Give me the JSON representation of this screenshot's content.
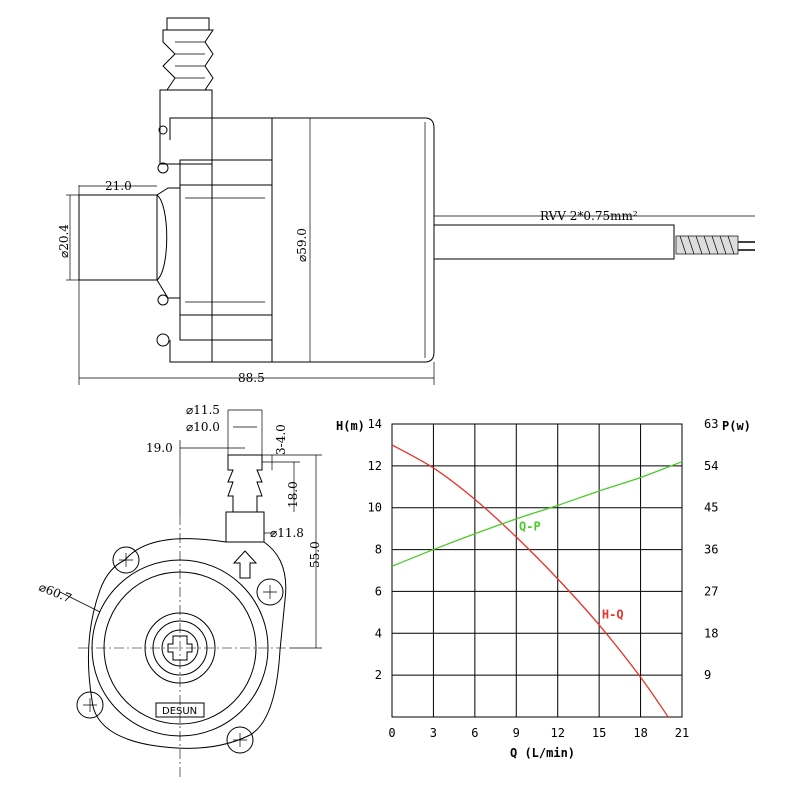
{
  "side_view": {
    "dim_inlet_length": "21.0",
    "dim_inlet_dia": "⌀20.4",
    "dim_body_dia": "⌀59.0",
    "dim_total_length": "88.5",
    "cable_label": "RVV 2*0.75mm²"
  },
  "front_view": {
    "dim_outlet_outer": "⌀11.5",
    "dim_outlet_inner": "⌀10.0",
    "dim_outlet_offset": "19.0",
    "dim_ridge": "3-4.0",
    "dim_outlet_len": "18.0",
    "dim_outlet_base": "⌀11.8",
    "dim_height": "55.0",
    "dim_body_dia": "⌀60.7",
    "brand": "DESUN"
  },
  "chart_data": {
    "type": "line",
    "xlabel": "Q (L/min)",
    "ylabel_left": "H(m)",
    "ylabel_right": "P(w)",
    "x_ticks": [
      0,
      3,
      6,
      9,
      12,
      15,
      18,
      21
    ],
    "y_left_ticks": [
      2,
      4,
      6,
      8,
      10,
      12,
      14
    ],
    "y_right_ticks": [
      9,
      18,
      27,
      36,
      45,
      54,
      63
    ],
    "xlim": [
      0,
      21
    ],
    "ylim_left": [
      0,
      14
    ],
    "ylim_right": [
      0,
      63
    ],
    "grid": true,
    "series": [
      {
        "name": "H-Q",
        "axis": "left",
        "color": "#e8322a",
        "x": [
          0,
          3,
          6,
          9,
          12,
          15,
          18,
          20
        ],
        "y": [
          13.0,
          11.9,
          10.4,
          8.6,
          6.6,
          4.4,
          1.9,
          0.0
        ]
      },
      {
        "name": "Q-P",
        "axis": "right",
        "color": "#4ccc2a",
        "x": [
          0,
          3,
          6,
          9,
          12,
          15,
          18,
          21
        ],
        "y": [
          32.4,
          36.0,
          39.4,
          42.6,
          45.5,
          48.6,
          51.5,
          54.9
        ]
      }
    ]
  }
}
